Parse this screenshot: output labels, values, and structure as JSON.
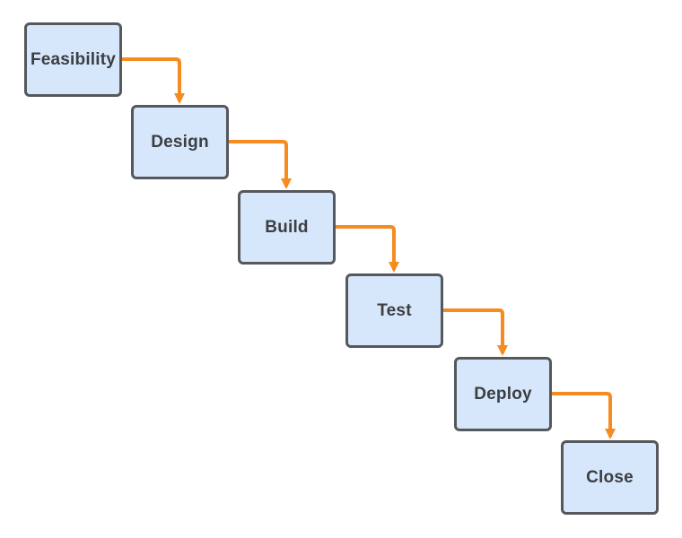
{
  "diagram": {
    "type": "waterfall-flowchart",
    "nodes": [
      {
        "id": "feasibility",
        "label": "Feasibility"
      },
      {
        "id": "design",
        "label": "Design"
      },
      {
        "id": "build",
        "label": "Build"
      },
      {
        "id": "test",
        "label": "Test"
      },
      {
        "id": "deploy",
        "label": "Deploy"
      },
      {
        "id": "close",
        "label": "Close"
      }
    ],
    "connections": [
      {
        "from": "Feasibility",
        "to": "Design"
      },
      {
        "from": "Design",
        "to": "Build"
      },
      {
        "from": "Build",
        "to": "Test"
      },
      {
        "from": "Test",
        "to": "Deploy"
      },
      {
        "from": "Deploy",
        "to": "Close"
      }
    ],
    "colors": {
      "node_fill": "#d7e7fb",
      "node_border": "#55585c",
      "node_text": "#3b3e42",
      "connector": "#f68b1f",
      "background": "#ffffff"
    }
  }
}
